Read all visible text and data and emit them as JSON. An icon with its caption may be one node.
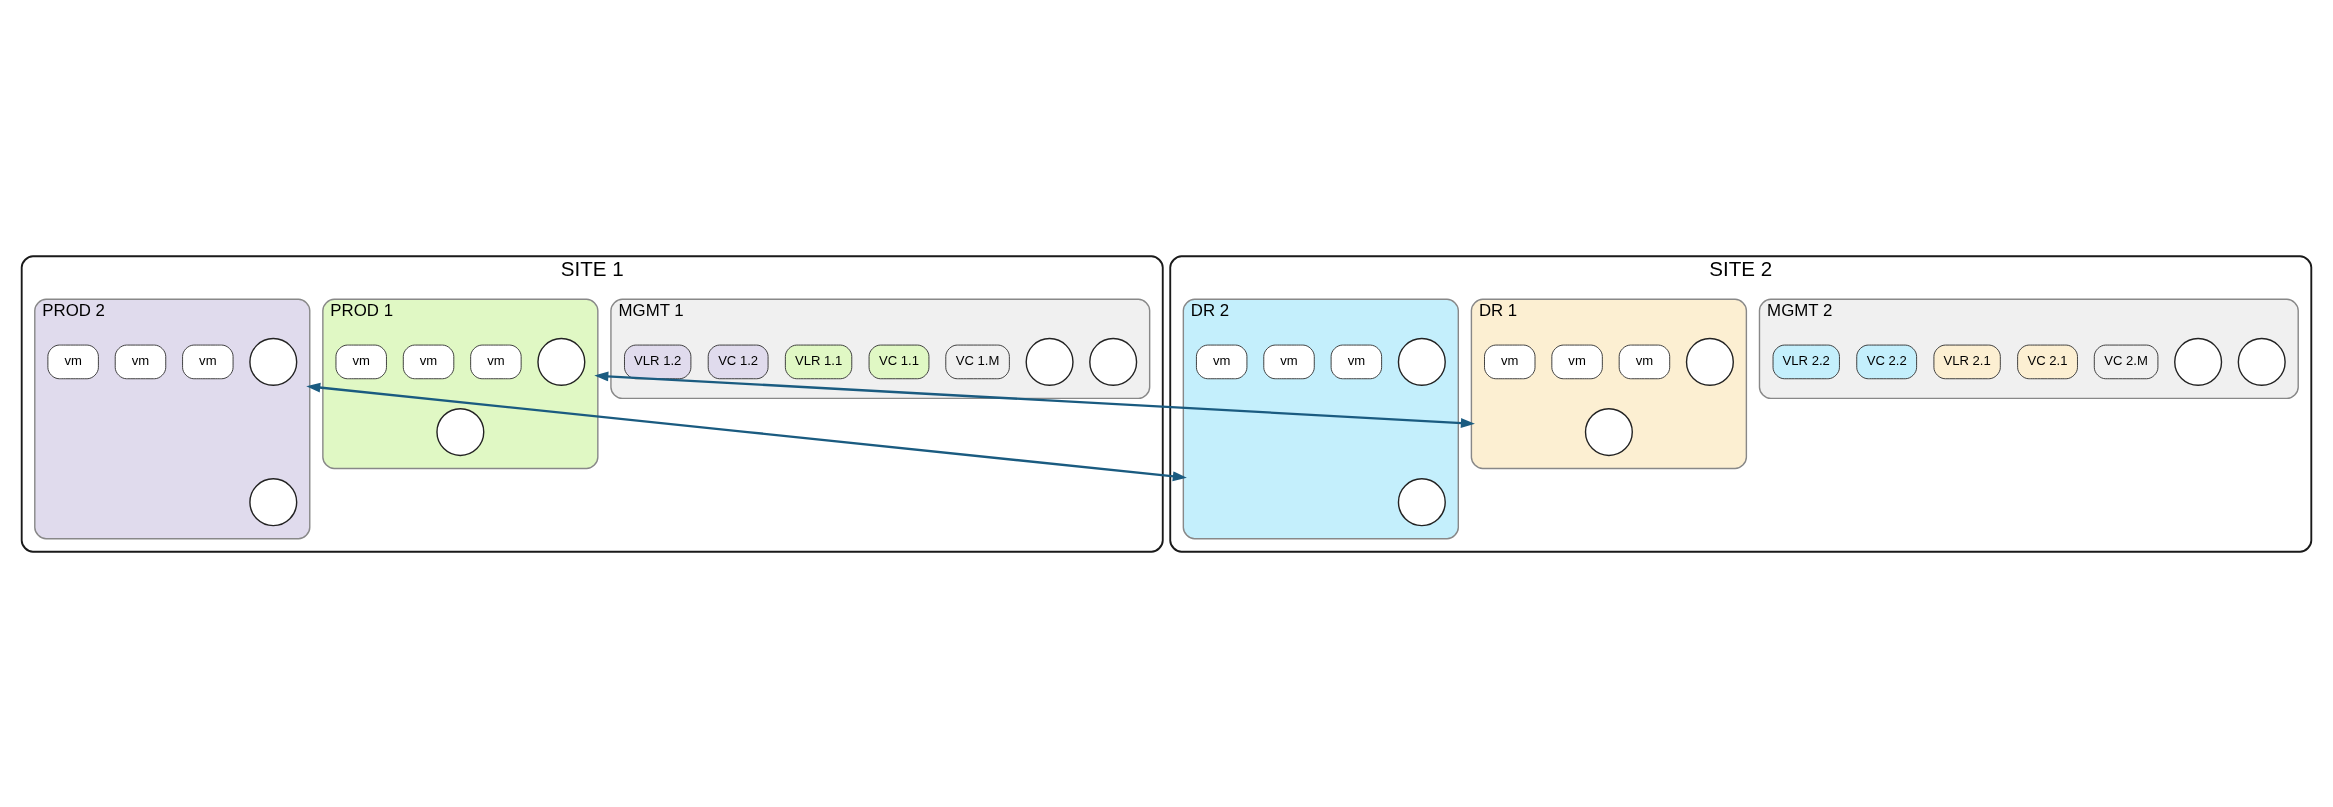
{
  "diagram": {
    "nodes": [
      {
        "text": [
          "SITE 1"
        ]
      },
      {
        "text": [
          "MGMT 1"
        ],
        "in": 0
      },
      {
        "text": [],
        "shape": "circle",
        "in": 1
      },
      {
        "text": [],
        "shape": "circle",
        "in": 1
      },
      {
        "text": [
          "VC 1.M"
        ],
        "in": 1
      },
      {
        "text": [
          "VC 1.1"
        ],
        "in": 1
      },
      {
        "text": [
          "VLR 1.1"
        ],
        "in": 1
      },
      {
        "text": [
          "VC 1.2"
        ],
        "in": 1
      },
      {
        "text": [
          "VLR 1.2"
        ],
        "in": 1
      },
      {
        "text": [
          "PROD 1"
        ],
        "in": 0
      },
      {
        "text": [],
        "shape": "circle",
        "in": 9
      },
      {
        "text": [],
        "shape": "circle",
        "in": 9
      },
      {
        "text": [
          "vm"
        ],
        "in": 9
      },
      {
        "text": [
          "vm"
        ],
        "in": 9
      },
      {
        "text": [
          "vm"
        ],
        "in": 9
      },
      {
        "text": [
          "PROD 2"
        ],
        "in": 0
      },
      {
        "text": [],
        "shape": "circle",
        "in": 15
      },
      {
        "text": [],
        "shape": "circle",
        "in": 15
      },
      {
        "text": [
          "vm"
        ],
        "in": 15
      },
      {
        "text": [
          "vm"
        ],
        "in": 15
      },
      {
        "text": [
          "vm"
        ],
        "in": 15
      },
      {
        "text": [
          "SITE 2"
        ]
      },
      {
        "text": [
          "MGMT 2"
        ],
        "in": 21
      },
      {
        "text": [],
        "shape": "circle",
        "in": 22
      },
      {
        "text": [],
        "shape": "circle",
        "in": 22
      },
      {
        "text": [
          "VC 2.M"
        ],
        "in": 22
      },
      {
        "text": [
          "VC 2.1"
        ],
        "in": 22
      },
      {
        "text": [
          "VLR 2.1"
        ],
        "in": 22
      },
      {
        "text": [
          "VC 2.2"
        ],
        "in": 22
      },
      {
        "text": [
          "VLR 2.2"
        ],
        "in": 22
      },
      {
        "text": [
          "DR 1"
        ],
        "in": 21
      },
      {
        "text": [],
        "shape": "circle",
        "in": 30
      },
      {
        "text": [],
        "shape": "circle",
        "in": 30
      },
      {
        "text": [
          "vm"
        ],
        "in": 30
      },
      {
        "text": [
          "vm"
        ],
        "in": 30
      },
      {
        "text": [
          "vm"
        ],
        "in": 30
      },
      {
        "text": [
          "DR 2"
        ],
        "in": 21
      },
      {
        "text": [],
        "shape": "circle",
        "in": 36
      },
      {
        "text": [],
        "shape": "circle",
        "in": 36
      },
      {
        "text": [
          "vm"
        ],
        "in": 36
      },
      {
        "text": [
          "vm"
        ],
        "in": 36
      },
      {
        "text": [
          "vm"
        ],
        "in": 36
      }
    ],
    "edges": [
      {
        "from": 9,
        "to": 30,
        "arrow": "both"
      },
      {
        "from": 15,
        "to": 36,
        "arrow": "both"
      }
    ]
  }
}
